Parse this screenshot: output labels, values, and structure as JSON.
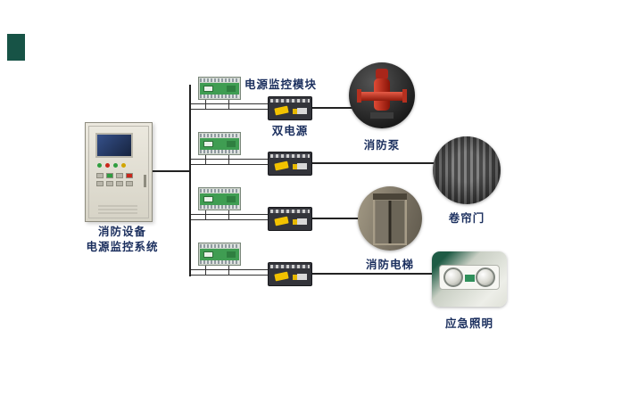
{
  "cabinet": {
    "title_line1": "消防设备",
    "title_line2": "电源监控系统"
  },
  "annotations": {
    "module_label": "电源监控模块",
    "dual_power_label": "双电源"
  },
  "loads": [
    {
      "name": "fire-pump",
      "label": "消防泵"
    },
    {
      "name": "roller-shutter-door",
      "label": "卷帘门"
    },
    {
      "name": "fire-elevator",
      "label": "消防电梯"
    },
    {
      "name": "emergency-lighting",
      "label": "应急照明"
    }
  ],
  "colors": {
    "logo_green": "#175346",
    "label_text": "#1b2f5e",
    "module_green": "#3f9d52",
    "ats_body": "#33343a",
    "ats_yellow": "#f2c200",
    "pump_red": "#c23322",
    "line": "#222222"
  }
}
